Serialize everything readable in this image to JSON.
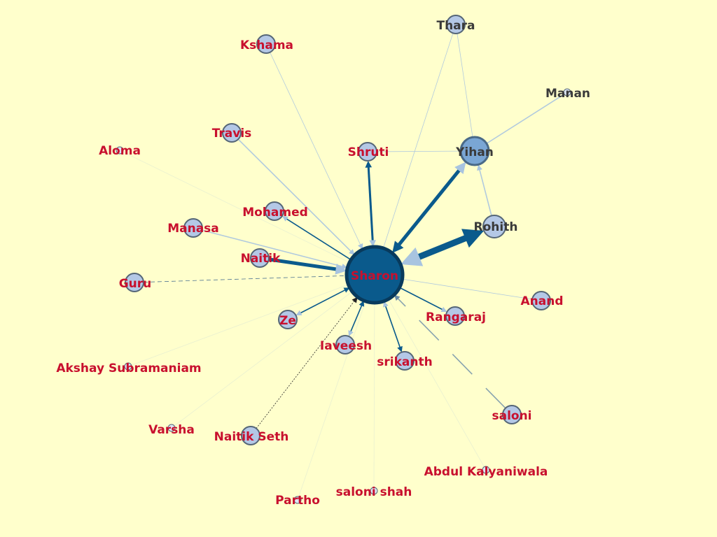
{
  "colors": {
    "background": "#ffffcc",
    "center_node": "#0a5a8c",
    "center_node_stroke": "#083a5c",
    "node": "#b4c8e6",
    "node_stroke": "#556677",
    "highlight_node": "#7aa6d4",
    "edge_strong": "#0a5a8c",
    "edge_light": "#a8c4e0",
    "label_red": "#c8102e",
    "label_gray": "#3a3a3a"
  },
  "nodes": [
    {
      "id": "sharon",
      "label": "Sharon",
      "size": "hub",
      "label_color": "red"
    },
    {
      "id": "yihan",
      "label": "Yihan",
      "size": "large",
      "label_color": "gray"
    },
    {
      "id": "rohith",
      "label": "Rohith",
      "size": "medium",
      "label_color": "gray"
    },
    {
      "id": "thara",
      "label": "Thara",
      "size": "small",
      "label_color": "gray"
    },
    {
      "id": "manan",
      "label": "Manan",
      "size": "tiny",
      "label_color": "gray"
    },
    {
      "id": "kshama",
      "label": "Kshama",
      "size": "small",
      "label_color": "red"
    },
    {
      "id": "travis",
      "label": "Travis",
      "size": "small",
      "label_color": "red"
    },
    {
      "id": "aloma",
      "label": "Aloma",
      "size": "tiny",
      "label_color": "red"
    },
    {
      "id": "shruti",
      "label": "Shruti",
      "size": "small",
      "label_color": "red"
    },
    {
      "id": "mohamed",
      "label": "Mohamed",
      "size": "small",
      "label_color": "red"
    },
    {
      "id": "manasa",
      "label": "Manasa",
      "size": "small",
      "label_color": "red"
    },
    {
      "id": "naitik",
      "label": "Naitik",
      "size": "small",
      "label_color": "red"
    },
    {
      "id": "guru",
      "label": "Guru",
      "size": "small",
      "label_color": "red"
    },
    {
      "id": "ze",
      "label": "Ze",
      "size": "small",
      "label_color": "red"
    },
    {
      "id": "iaveesh",
      "label": "Iaveesh",
      "size": "small",
      "label_color": "red"
    },
    {
      "id": "srikanth",
      "label": "srikanth",
      "size": "small",
      "label_color": "red"
    },
    {
      "id": "rangaraj",
      "label": "Rangaraj",
      "size": "small",
      "label_color": "red"
    },
    {
      "id": "anand",
      "label": "Anand",
      "size": "small",
      "label_color": "red"
    },
    {
      "id": "saloni",
      "label": "saloni",
      "size": "small",
      "label_color": "red"
    },
    {
      "id": "akshay",
      "label": "Akshay Subramaniam",
      "size": "tiny",
      "label_color": "red"
    },
    {
      "id": "varsha",
      "label": "Varsha",
      "size": "tiny",
      "label_color": "red"
    },
    {
      "id": "naitikseth",
      "label": "Naitik Seth",
      "size": "small",
      "label_color": "red"
    },
    {
      "id": "abdul",
      "label": "Abdul Kalyaniwala",
      "size": "tiny",
      "label_color": "red"
    },
    {
      "id": "salonishah",
      "label": "saloni shah",
      "size": "tiny",
      "label_color": "red"
    },
    {
      "id": "partho",
      "label": "Partho",
      "size": "tiny",
      "label_color": "red"
    }
  ],
  "edges": [
    {
      "from": "rohith",
      "to": "sharon",
      "weight": "heavy",
      "style": "strong",
      "arrow_end": true,
      "arrow_start": true
    },
    {
      "from": "sharon",
      "to": "yihan",
      "weight": "thick",
      "style": "strong",
      "arrow_end": true,
      "arrow_start": true
    },
    {
      "from": "shruti",
      "to": "sharon",
      "weight": "medium",
      "style": "strong",
      "arrow_end": true,
      "arrow_start": true
    },
    {
      "from": "naitik",
      "to": "sharon",
      "weight": "thick",
      "style": "strong",
      "arrow_end": true,
      "arrow_start": false
    },
    {
      "from": "sharon",
      "to": "mohamed",
      "weight": "thin",
      "style": "strong",
      "arrow_end": true,
      "arrow_start": false
    },
    {
      "from": "sharon",
      "to": "ze",
      "weight": "thin",
      "style": "strong",
      "arrow_end": true,
      "arrow_start": true
    },
    {
      "from": "sharon",
      "to": "iaveesh",
      "weight": "thin",
      "style": "strong",
      "arrow_end": true,
      "arrow_start": true
    },
    {
      "from": "srikanth",
      "to": "sharon",
      "weight": "thin",
      "style": "strong",
      "arrow_end": true,
      "arrow_start": true
    },
    {
      "from": "sharon",
      "to": "rangaraj",
      "weight": "thin",
      "style": "strong",
      "arrow_end": true,
      "arrow_start": false
    },
    {
      "from": "manasa",
      "to": "sharon",
      "weight": "thin",
      "style": "light",
      "arrow_end": true,
      "arrow_start": false
    },
    {
      "from": "travis",
      "to": "sharon",
      "weight": "thin",
      "style": "light",
      "arrow_end": true,
      "arrow_start": false
    },
    {
      "from": "kshama",
      "to": "sharon",
      "weight": "hair",
      "style": "light",
      "arrow_end": true,
      "arrow_start": false
    },
    {
      "from": "thara",
      "to": "sharon",
      "weight": "hair",
      "style": "light",
      "arrow_end": false,
      "arrow_start": false
    },
    {
      "from": "guru",
      "to": "sharon",
      "weight": "hair",
      "style": "dashed",
      "arrow_end": false,
      "arrow_start": false
    },
    {
      "from": "naitikseth",
      "to": "sharon",
      "weight": "hair",
      "style": "dotted",
      "arrow_end": true,
      "arrow_start": false
    },
    {
      "from": "saloni",
      "to": "sharon",
      "weight": "thin",
      "style": "broken",
      "arrow_end": true,
      "arrow_start": false
    },
    {
      "from": "anand",
      "to": "sharon",
      "weight": "hair",
      "style": "light",
      "arrow_end": false,
      "arrow_start": false
    },
    {
      "from": "rohith",
      "to": "yihan",
      "weight": "thin",
      "style": "light",
      "arrow_end": true,
      "arrow_start": false
    },
    {
      "from": "manan",
      "to": "yihan",
      "weight": "thin",
      "style": "light",
      "arrow_end": false,
      "arrow_start": false
    },
    {
      "from": "thara",
      "to": "yihan",
      "weight": "hair",
      "style": "light",
      "arrow_end": false,
      "arrow_start": false
    },
    {
      "from": "shruti",
      "to": "yihan",
      "weight": "hair",
      "style": "light",
      "arrow_end": false,
      "arrow_start": false
    },
    {
      "from": "aloma",
      "to": "sharon",
      "weight": "hair",
      "style": "faint",
      "arrow_end": false,
      "arrow_start": false
    },
    {
      "from": "akshay",
      "to": "sharon",
      "weight": "hair",
      "style": "faint",
      "arrow_end": false,
      "arrow_start": false
    },
    {
      "from": "varsha",
      "to": "sharon",
      "weight": "hair",
      "style": "faint",
      "arrow_end": false,
      "arrow_start": false
    },
    {
      "from": "partho",
      "to": "sharon",
      "weight": "hair",
      "style": "faint",
      "arrow_end": false,
      "arrow_start": false
    },
    {
      "from": "salonishah",
      "to": "sharon",
      "weight": "hair",
      "style": "faint",
      "arrow_end": false,
      "arrow_start": false
    },
    {
      "from": "abdul",
      "to": "sharon",
      "weight": "hair",
      "style": "faint",
      "arrow_end": false,
      "arrow_start": false
    }
  ]
}
